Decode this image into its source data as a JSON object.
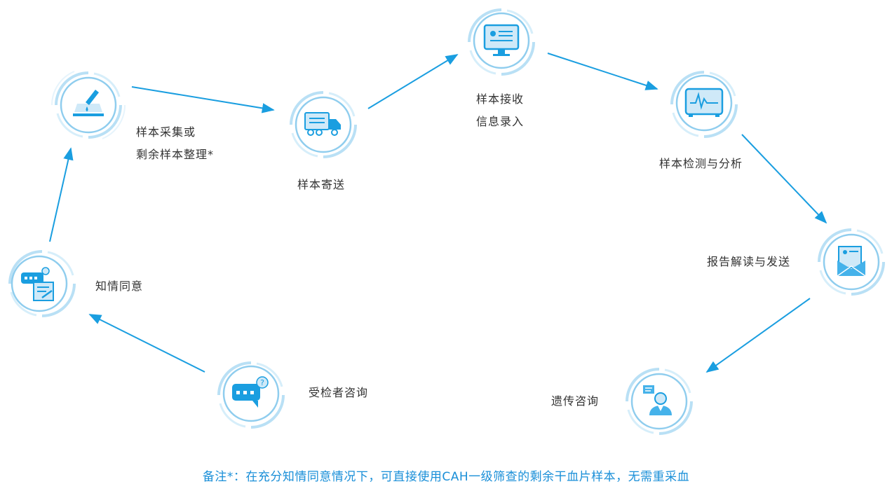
{
  "steps": {
    "collect": {
      "line1": "样本采集或",
      "line2": "剩余样本整理*",
      "icon": "sample-collection-icon"
    },
    "ship": {
      "line1": "样本寄送",
      "icon": "delivery-truck-icon"
    },
    "receive": {
      "line1": "样本接收",
      "line2": "信息录入",
      "icon": "computer-monitor-icon"
    },
    "analyze": {
      "line1": "样本检测与分析",
      "icon": "lab-instrument-icon"
    },
    "report": {
      "line1": "报告解读与发送",
      "icon": "report-envelope-icon"
    },
    "genetic_counsel": {
      "line1": "遗传咨询",
      "icon": "counselor-icon"
    },
    "consult": {
      "line1": "受检者咨询",
      "icon": "chat-question-icon"
    },
    "consent": {
      "line1": "知情同意",
      "icon": "consent-form-icon"
    }
  },
  "footnote": "备注*：在充分知情同意情况下，可直接使用CAH一级筛查的剩余干血片样本，无需重采血",
  "colors": {
    "accent": "#1a9ee0",
    "ring_light": "#b9e0f5",
    "ring_mid": "#8fcdee",
    "icon_fill": "#45b2ea"
  }
}
